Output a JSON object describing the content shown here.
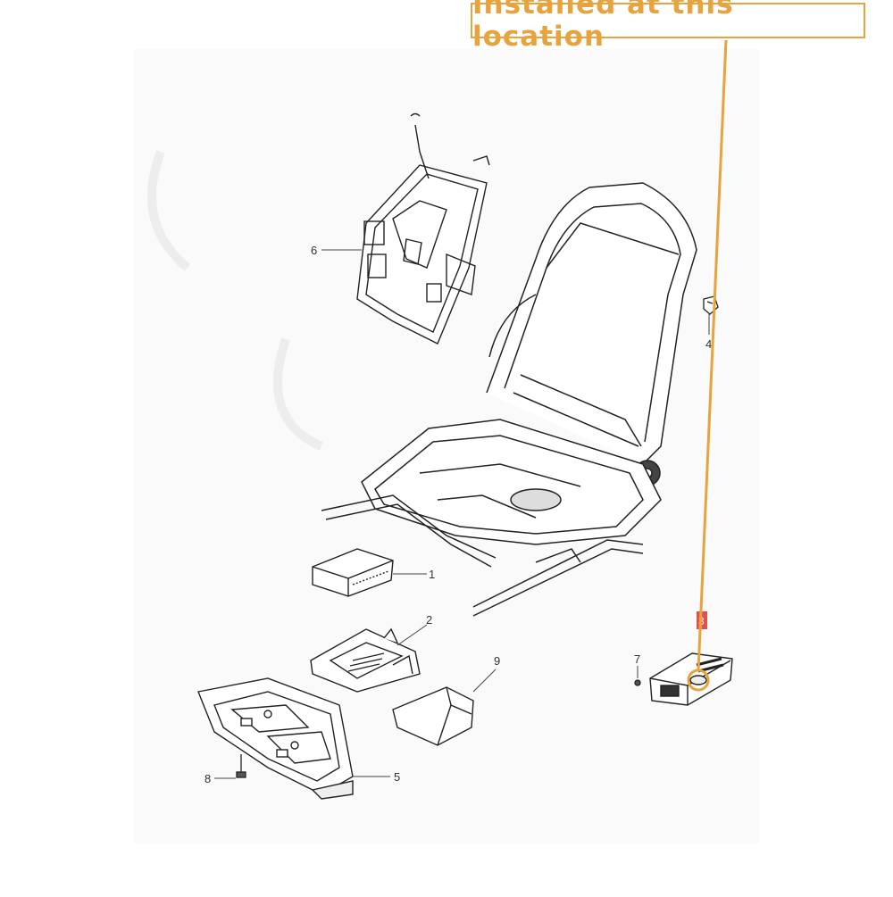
{
  "callout": {
    "text": "Installed at this location",
    "color": "#e8a33d"
  },
  "marker": {
    "color": "#e05050",
    "label": "3"
  },
  "parts": [
    {
      "id": "p1",
      "number": "1"
    },
    {
      "id": "p2",
      "number": "2"
    },
    {
      "id": "p4",
      "number": "4"
    },
    {
      "id": "p5",
      "number": "5"
    },
    {
      "id": "p6",
      "number": "6"
    },
    {
      "id": "p7",
      "number": "7"
    },
    {
      "id": "p8",
      "number": "8"
    },
    {
      "id": "p9",
      "number": "9"
    }
  ]
}
